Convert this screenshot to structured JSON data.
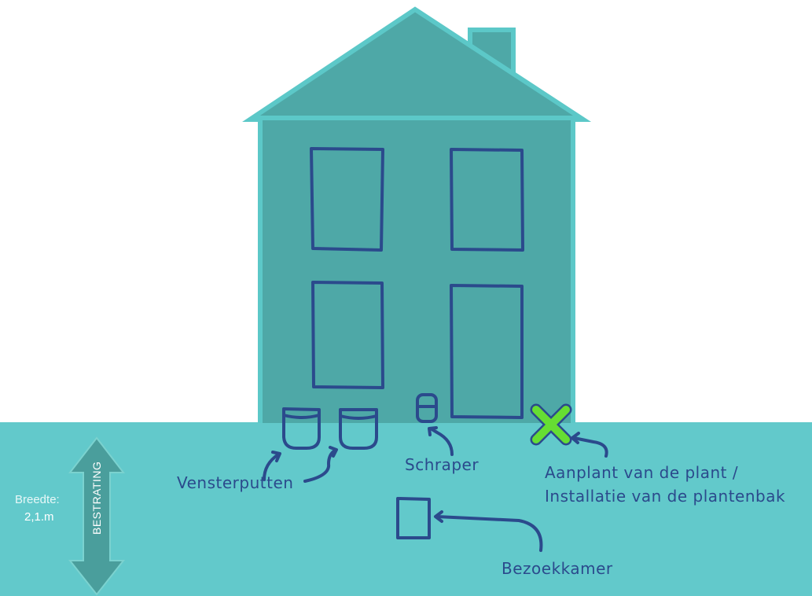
{
  "labels": {
    "vensterputten": "Vensterputten",
    "schraper": "Schraper",
    "aanplant_line1": "Aanplant van de plant /",
    "aanplant_line2": "Installatie van de plantenbak",
    "bezoekkamer": "Bezoekkamer",
    "breedte_label": "Breedte:",
    "breedte_value": "2,1.m",
    "bestrating": "BESTRATING"
  },
  "colors": {
    "house": "#4ea8a7",
    "house_outline": "#5cc8c8",
    "ground": "#62c9cb",
    "lines": "#2b4a8c",
    "arrow": "#4a9e9c",
    "marker": "#66dd33"
  }
}
